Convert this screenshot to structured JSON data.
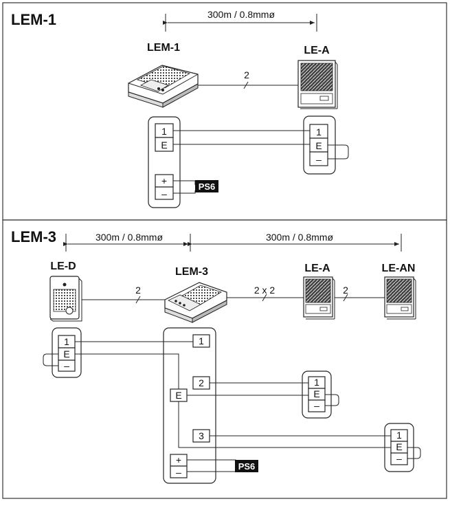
{
  "sections": {
    "lem1": {
      "title": "LEM-1",
      "dimension": "300m / 0.8mmø",
      "master_label": "LEM-1",
      "sub_label": "LE-A",
      "wire_count": "2",
      "terminals_sub": [
        "1",
        "E",
        "–"
      ],
      "terminals_master": [
        "1",
        "E"
      ],
      "power_terminals": [
        "+",
        "–"
      ],
      "power_label": "PS6"
    },
    "lem3": {
      "title": "LEM-3",
      "dimension_left": "300m / 0.8mmø",
      "dimension_right": "300m / 0.8mmø",
      "door_label": "LE-D",
      "master_label": "LEM-3",
      "sub1_label": "LE-A",
      "sub2_label": "LE-AN",
      "wire_left": "2",
      "wire_mid": "2 x 2",
      "wire_right": "2",
      "terminals_door": [
        "1",
        "E",
        "–"
      ],
      "terminals_master": [
        "1",
        "2",
        "E",
        "3"
      ],
      "terminals_sub1": [
        "1",
        "E",
        "–"
      ],
      "terminals_sub2": [
        "1",
        "E",
        "–"
      ],
      "power_terminals": [
        "+",
        "–"
      ],
      "power_label": "PS6"
    }
  }
}
